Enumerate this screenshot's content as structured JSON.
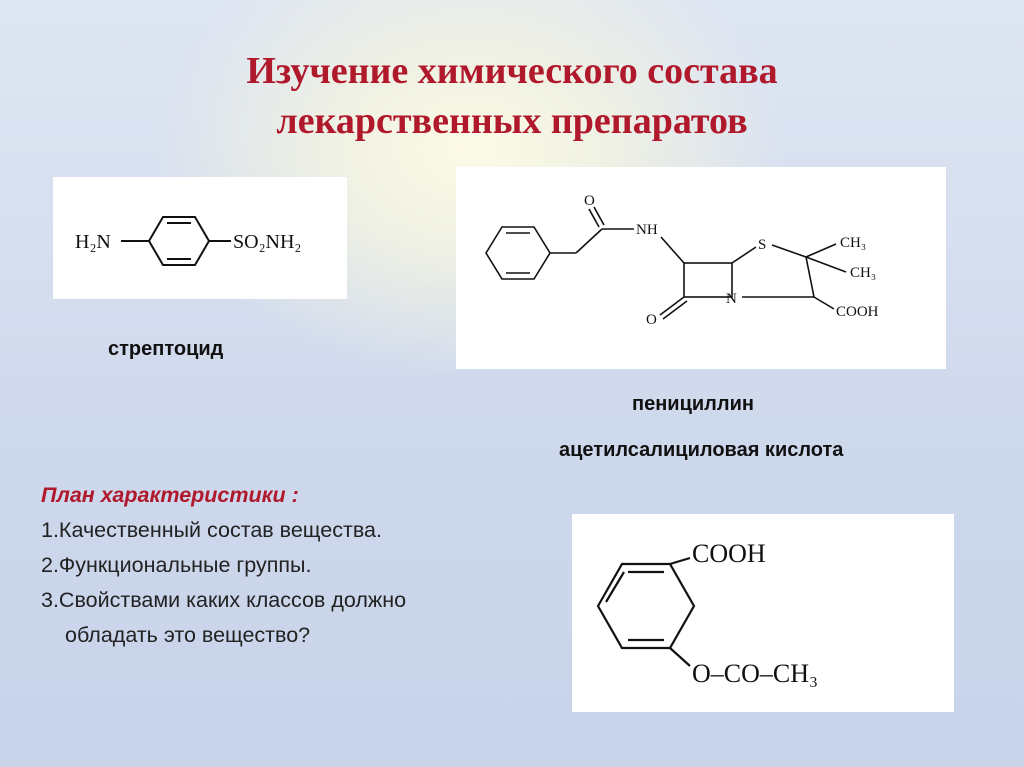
{
  "title": {
    "line1": "Изучение химического состава",
    "line2": "лекарственных препаратов"
  },
  "structures": {
    "streptocid": {
      "left_group": "H₂N",
      "right_group": "SO₂NH₂",
      "caption": "стрептоцид"
    },
    "penicillin": {
      "o1": "O",
      "nh": "NH",
      "s": "S",
      "ch3_a": "CH₃",
      "ch3_b": "CH₃",
      "n": "N",
      "o2": "O",
      "cooh": "COOH",
      "caption": "пенициллин"
    },
    "aspirin": {
      "caption": "ацетилсалициловая кислота",
      "cooh": "COOH",
      "ester": "O–CO–CH₃"
    }
  },
  "plan": {
    "heading": "План характеристики :",
    "items": [
      "1.Качественный состав вещества.",
      "2.Функциональные группы.",
      "3.Свойствами каких классов должно"
    ],
    "continuation": "обладать это вещество?"
  }
}
